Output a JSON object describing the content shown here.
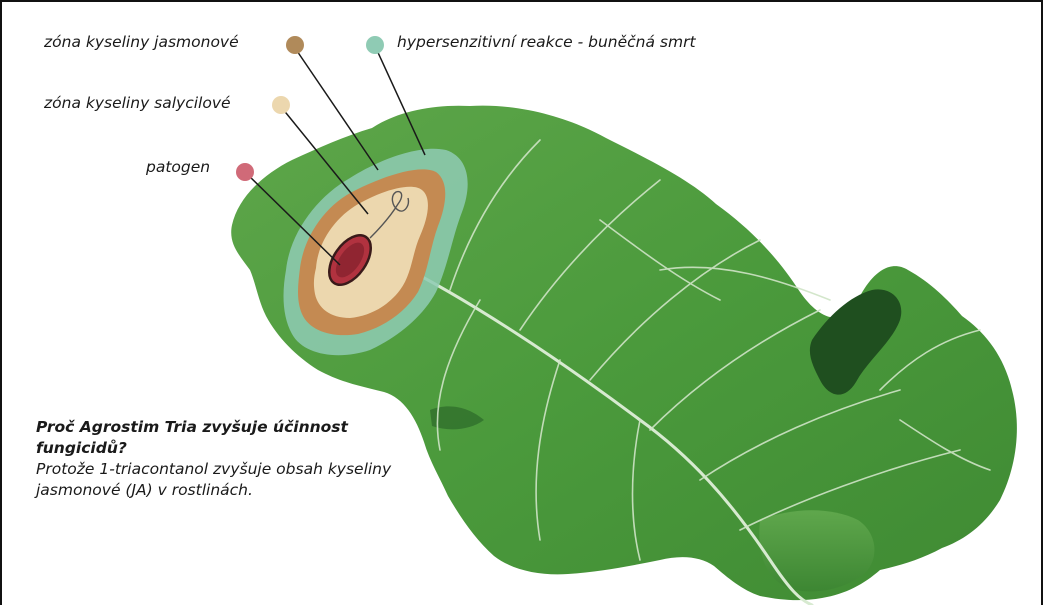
{
  "labels": {
    "jasmonic_zone": "zóna kyseliny jasmonové",
    "hypersensitive": "hypersenzitivní reakce - buněčná smrt",
    "salicylic_zone": "zóna kyseliny salycilové",
    "pathogen": "patogen"
  },
  "colors": {
    "jasmonic_zone": "#b08a5a",
    "hypersensitive": "#8fcbb4",
    "salicylic_zone": "#ecd7ae",
    "pathogen": "#d06a78",
    "leaf": "#4f9a3e"
  },
  "note": {
    "question": "Proč Agrostim Tria zvyšuje účinnost fungicidů?",
    "answer": "Protože 1-triacontanol zvyšuje obsah kyseliny jasmonové (JA) v rostlinách."
  }
}
